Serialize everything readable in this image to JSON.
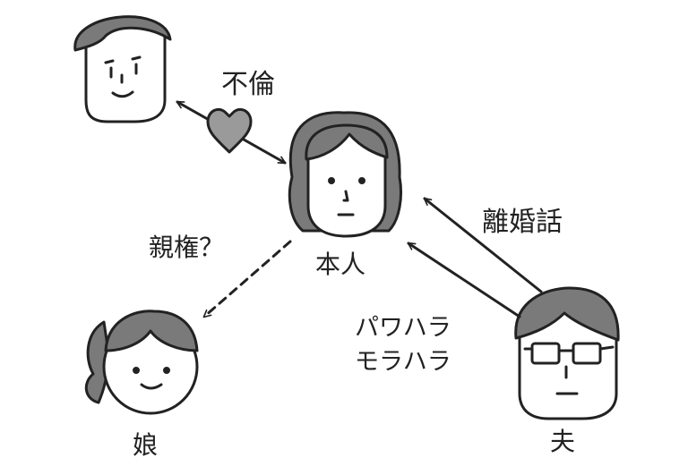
{
  "labels": {
    "affair": "不倫",
    "self": "本人",
    "custody": "親権？",
    "divorce_talk": "離婚話",
    "power_harassment": "パワハラ",
    "moral_harassment": "モラハラ",
    "daughter": "娘",
    "husband": "夫"
  },
  "colors": {
    "ink": "#222222",
    "hair": "#7a7a7a",
    "heart": "#9a9a9a",
    "face": "#ffffff"
  }
}
